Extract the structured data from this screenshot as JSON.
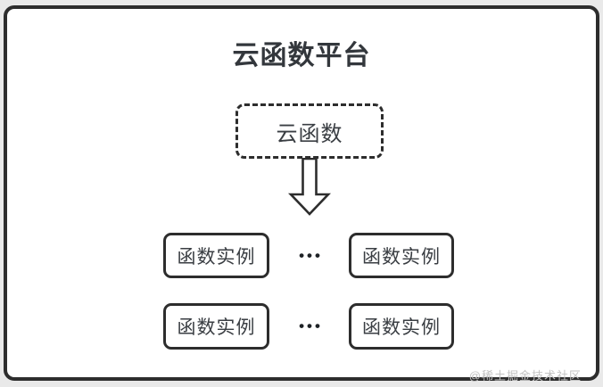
{
  "diagram": {
    "title": "云函数平台",
    "cloud_function": {
      "label": "云函数"
    },
    "rows": [
      {
        "boxes": [
          "函数实例",
          "函数实例"
        ],
        "separator": "•••"
      },
      {
        "boxes": [
          "函数实例",
          "函数实例"
        ],
        "separator": "•••"
      }
    ],
    "watermark": "@稀土掘金技术社区",
    "colors": {
      "frame_border": "#2d2d2d",
      "box_border": "#2d2d2d",
      "text": "#3a3e43",
      "title_text": "#33373c",
      "watermark_text": "#c3c3c3",
      "outer_background": "#e9e9e9",
      "canvas_background": "#ffffff"
    }
  }
}
